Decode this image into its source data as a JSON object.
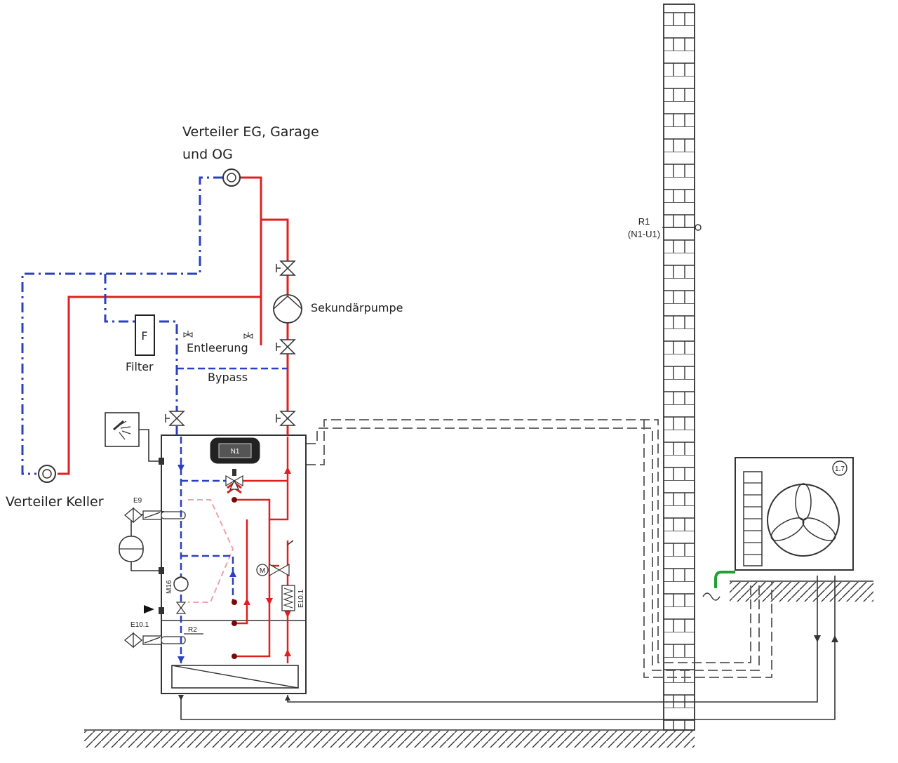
{
  "labels": {
    "distributor_top_line1": "Verteiler EG, Garage",
    "distributor_top_line2": "und OG",
    "distributor_basement": "Verteiler Keller",
    "secondary_pump": "Sekundärpumpe",
    "drain": "Entleerung",
    "filter_letter": "F",
    "filter": "Filter",
    "bypass": "Bypass",
    "sensor_r1": "R1",
    "sensor_r1_sub": "(N1-U1)",
    "e9": "E9",
    "m16": "M16",
    "e10_1_left": "E10.1",
    "e10_1_right": "E10.1",
    "r2": "R2",
    "n1": "N1",
    "m_valve": "M",
    "outdoor_unit_tag": "1.7"
  },
  "colors": {
    "flow_red": "#e02020",
    "return_blue": "#2b3fbf",
    "inner_pink": "#f0a0a8",
    "outline": "#333333",
    "condensate_green": "#22a035"
  }
}
